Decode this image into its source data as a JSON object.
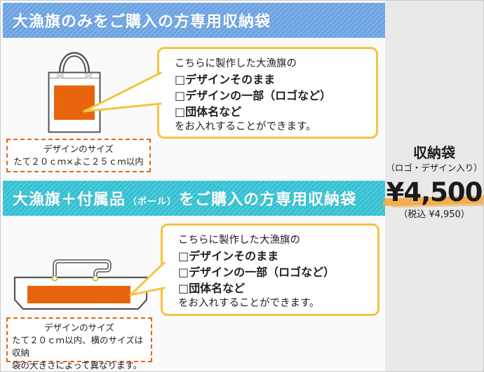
{
  "colors": {
    "banner1_bg": "#6aa2e2",
    "banner2_bg": "#31c0d2",
    "accent_orange": "#e8650e",
    "dashed_border": "#e2650f",
    "bubble_border": "#f4c440",
    "price_highlight": "#f3a63c",
    "sidebar_bg": "#e9e9e9"
  },
  "section1": {
    "banner_title": "大漁旗のみをご購入の方専用収納袋",
    "callout": {
      "intro": "こちらに製作した大漁旗の",
      "items": [
        "□デザインそのまま",
        "□デザインの一部（ロゴなど）",
        "□団体名など"
      ],
      "outro": "をお入れすることができます。"
    },
    "size_note": {
      "title": "デザインのサイズ",
      "line1": "たて２０ｃｍ×よこ２５ｃｍ以内"
    }
  },
  "section2": {
    "banner_title_prefix": "大漁旗＋付属品",
    "banner_title_small": "（ポール）",
    "banner_title_suffix": "をご購入の方専用収納袋",
    "callout": {
      "intro": "こちらに製作した大漁旗の",
      "items": [
        "□デザインそのまま",
        "□デザインの一部（ロゴなど）",
        "□団体名など"
      ],
      "outro": "をお入れすることができます。"
    },
    "size_note": {
      "title": "デザインのサイズ",
      "line1": "たて２０ｃｍ以内、横のサイズは収納",
      "line2": "袋の大きさによって異なります。"
    }
  },
  "price_panel": {
    "product_name": "収納袋",
    "product_note": "（ロゴ・デザイン入り）",
    "price": "¥4,500",
    "tax_included": "（税込 ¥4,950）"
  }
}
